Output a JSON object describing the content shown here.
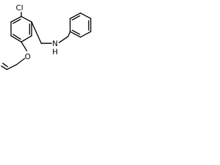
{
  "molecule": {
    "atoms": {
      "chlorine": "Cl",
      "nitrogen": "N",
      "amine_hydrogen": "H",
      "oxygen": "O"
    }
  }
}
